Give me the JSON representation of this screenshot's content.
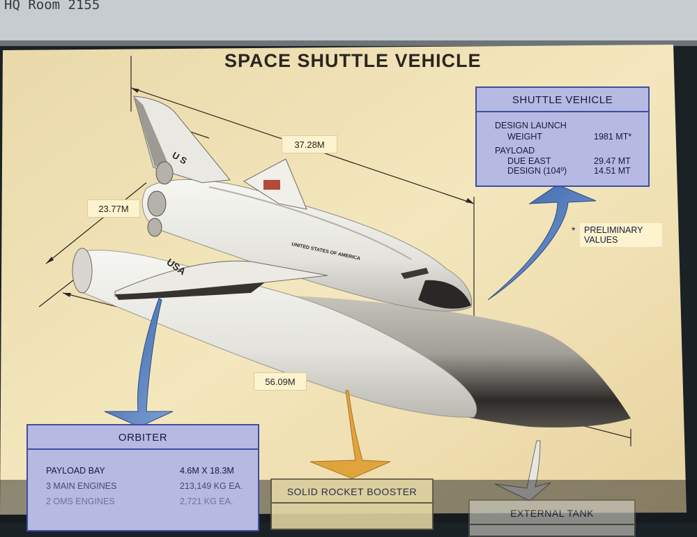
{
  "room_label": "HQ Room 2155",
  "title": "SPACE SHUTTLE VEHICLE",
  "dimensions": {
    "height": "37.28M",
    "wingspan": "23.77M",
    "overall_length": "56.09M"
  },
  "orbiter_markings": {
    "tail": "U S",
    "wing": "USA",
    "fuselage": "UNITED STATES OF AMERICA"
  },
  "shuttle_vehicle_panel": {
    "heading": "SHUTTLE VEHICLE",
    "launch_label_1": "DESIGN LAUNCH",
    "launch_label_2": "WEIGHT",
    "launch_value": "1981 MT*",
    "payload_label": "PAYLOAD",
    "due_east_label": "DUE EAST",
    "due_east_value": "29.47 MT",
    "design_label": "DESIGN (104º)",
    "design_value": "14.51 MT"
  },
  "preliminary_note": {
    "asterisk": "*",
    "line1": "PRELIMINARY",
    "line2": "VALUES"
  },
  "orbiter_panel": {
    "heading": "ORBITER",
    "rows": [
      {
        "label": "PAYLOAD BAY",
        "value": "4.6M X 18.3M"
      },
      {
        "label": "3 MAIN ENGINES",
        "value": "213,149 KG EA."
      },
      {
        "label": "2 OMS ENGINES",
        "value": "2,721 KG EA."
      }
    ]
  },
  "srb_panel": {
    "heading": "SOLID ROCKET BOOSTER"
  },
  "tank_panel": {
    "heading": "EXTERNAL TANK"
  },
  "colors": {
    "poster": "#f1e3b6",
    "panel_fill": "#b6b9e2",
    "panel_border": "#3f4da0",
    "blue_arrow": "#4a6fb0",
    "orange_arrow": "#e0a43c"
  }
}
